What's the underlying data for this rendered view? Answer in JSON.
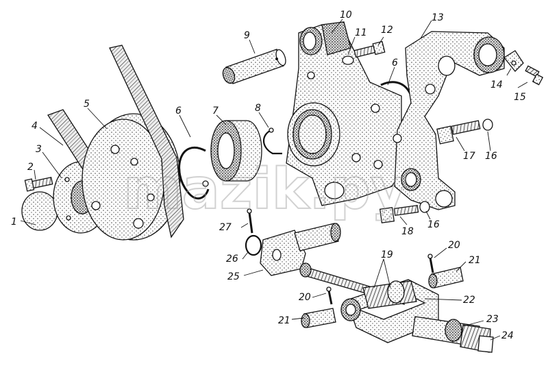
{
  "watermark": "mazik.py",
  "callouts": [
    "1",
    "2",
    "3",
    "4",
    "5",
    "6",
    "6",
    "7",
    "8",
    "9",
    "10",
    "11",
    "12",
    "13",
    "14",
    "15",
    "16",
    "16",
    "17",
    "18",
    "19",
    "20",
    "20",
    "21",
    "21",
    "22",
    "23",
    "24",
    "25",
    "26",
    "27"
  ],
  "colors": {
    "ink": "#111111",
    "stipple": "#555555",
    "paper": "#ffffff"
  }
}
